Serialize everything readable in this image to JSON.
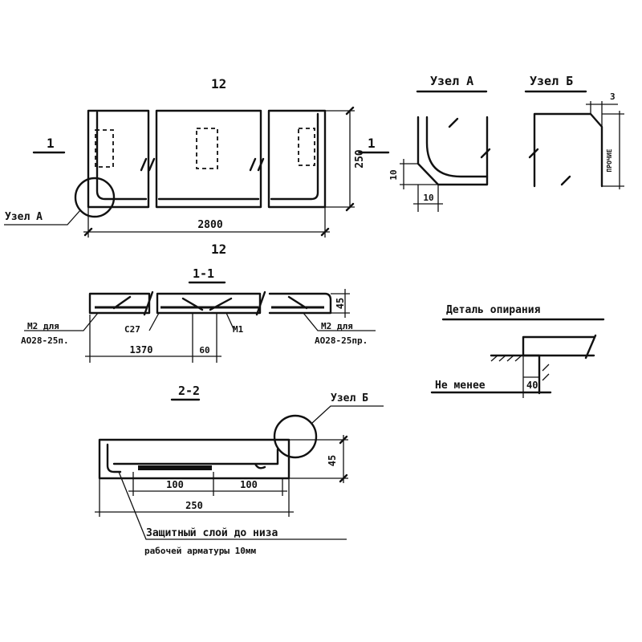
{
  "plan": {
    "section_mark_top": "12",
    "section_mark_bottom": "12",
    "cut_left": "1",
    "cut_right": "1",
    "dim_height": "250",
    "dim_length": "2800",
    "node_label": "Узел А"
  },
  "node_a": {
    "title": "Узел А",
    "dim_v": "10",
    "dim_h": "10"
  },
  "node_b": {
    "title": "Узел Б",
    "dim_top": "3",
    "dim_side": "ПРОЧИЕ"
  },
  "section_1": {
    "title": "1-1",
    "dim_height": "45",
    "note_left_1": "М2 для",
    "note_left_2": "АО28-25п.",
    "label_c": "С27",
    "label_m1": "М1",
    "note_right_1": "М2 для",
    "note_right_2": "АО28-25пр.",
    "dim_1370": "1370",
    "dim_60": "60"
  },
  "support_detail": {
    "title": "Деталь опирания",
    "label": "Не менее",
    "dim": "40"
  },
  "section_2": {
    "title": "2-2",
    "node_label": "Узел Б",
    "dim_height": "45",
    "dim_left": "100",
    "dim_right": "100",
    "dim_total": "250",
    "note_1": "Защитный слой до низа",
    "note_2": "рабочей арматуры 10мм"
  }
}
